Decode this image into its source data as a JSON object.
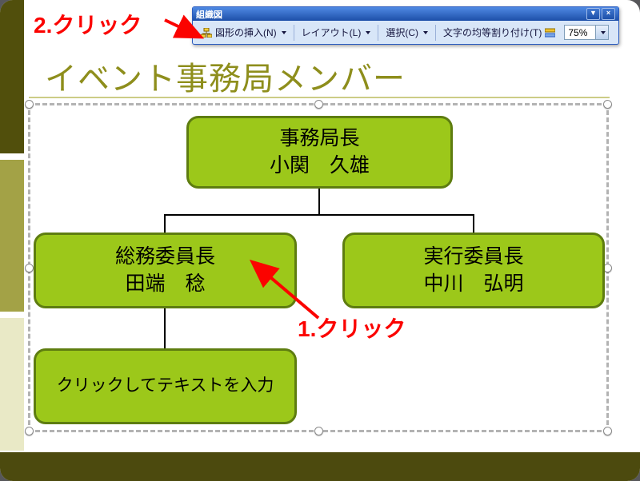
{
  "toolbar": {
    "title": "組織図",
    "buttons": [
      {
        "label": "図形の挿入(N)"
      },
      {
        "label": "レイアウト(L)"
      },
      {
        "label": "選択(C)"
      },
      {
        "label": "文字の均等割り付け(T)"
      }
    ],
    "zoom_value": "75%",
    "menu_glyph": "▼",
    "close_glyph": "×"
  },
  "slide": {
    "title": "イベント事務局メンバー"
  },
  "org_chart": {
    "root": {
      "title": "事務局長",
      "name": "小関　久雄"
    },
    "left": {
      "title": "総務委員長",
      "name": "田端　稔"
    },
    "right": {
      "title": "実行委員長",
      "name": "中川　弘明"
    },
    "placeholder": {
      "text": "クリックしてテキストを入力"
    }
  },
  "annotations": {
    "step1_label": "1.クリック",
    "step2_label": "2.クリック"
  },
  "colors": {
    "box_fill": "#9cc81a",
    "box_border": "#5e7d10",
    "title_color": "#8e8e1c",
    "annotation_red": "#fb0300"
  }
}
